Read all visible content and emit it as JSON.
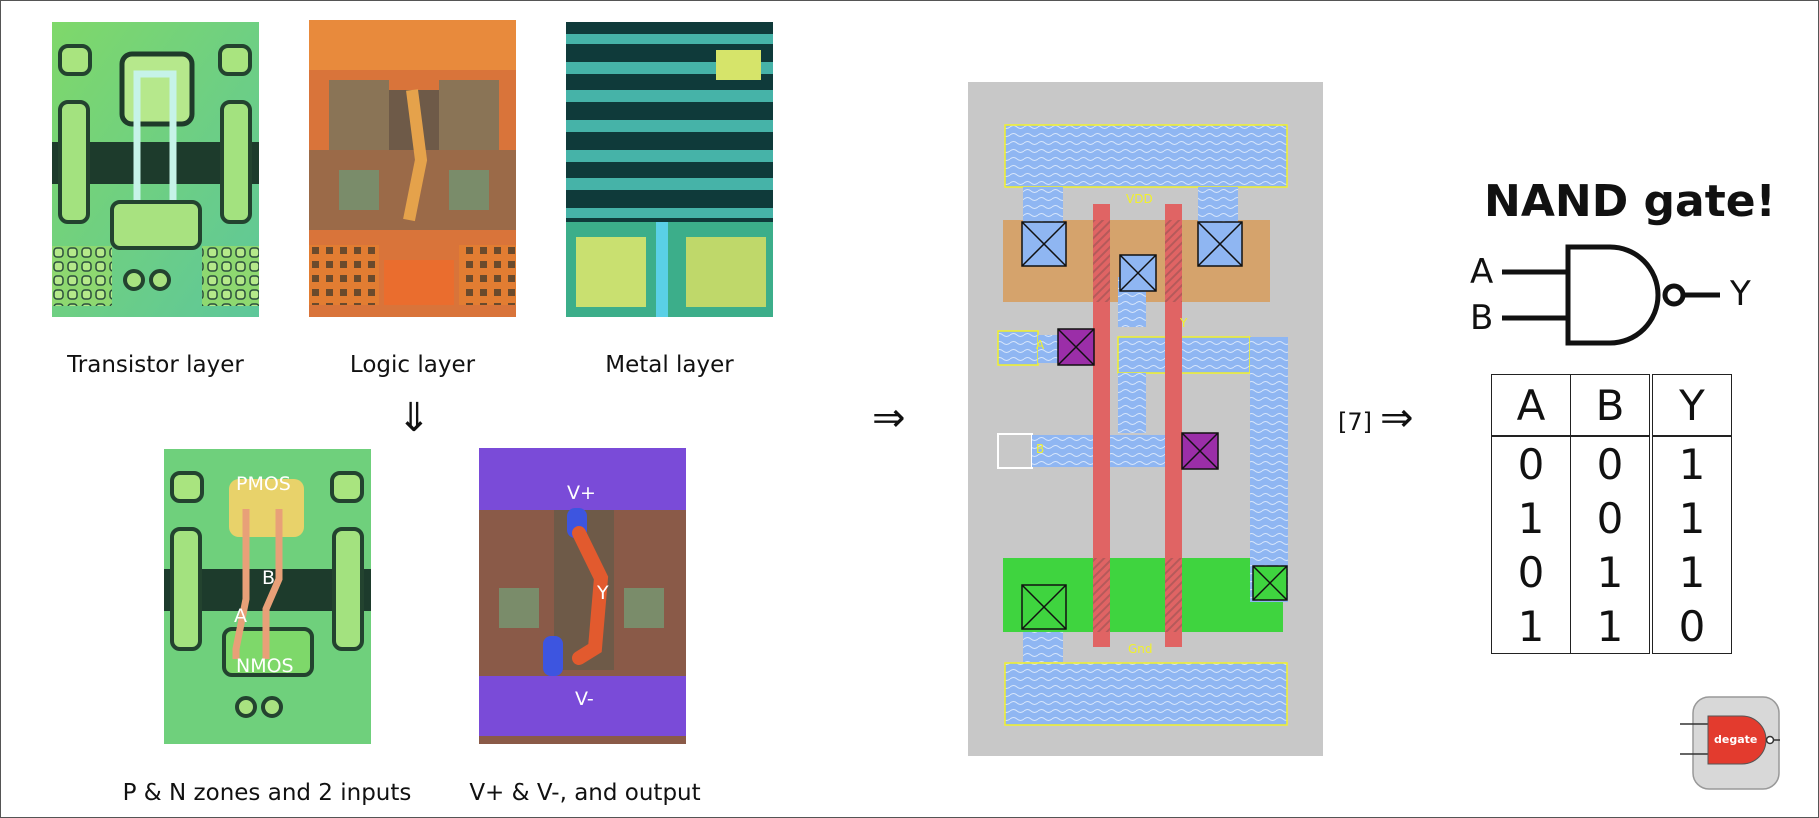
{
  "captions": {
    "transistor": "Transistor layer",
    "logic": "Logic layer",
    "metal": "Metal layer",
    "zones": "P & N zones and 2 inputs",
    "power": "V+ & V-, and output"
  },
  "overlays": {
    "pmos": "PMOS",
    "nmos": "NMOS",
    "a": "A",
    "b": "B",
    "vplus": "V+",
    "vminus": "V-",
    "y": "Y"
  },
  "layout_labels": {
    "vdd": "VDD",
    "gnd": "Gnd",
    "a": "A",
    "b": "B",
    "y": "Y"
  },
  "citation": "[7]",
  "gate": {
    "title": "NAND gate!",
    "input_a": "A",
    "input_b": "B",
    "output": "Y"
  },
  "truth_table": {
    "headers": [
      "A",
      "B",
      "Y"
    ],
    "rows": [
      [
        "0",
        "0",
        "1"
      ],
      [
        "1",
        "0",
        "1"
      ],
      [
        "0",
        "1",
        "1"
      ],
      [
        "1",
        "1",
        "0"
      ]
    ]
  },
  "logo": {
    "text": "degate"
  },
  "colors": {
    "metal_blue": "#8fb6f2",
    "poly_red": "#e06464",
    "pdiff_tan": "#d5a36c",
    "ndiff_green": "#3fd43f",
    "via_purple": "#9b2ea8",
    "label_yellow": "#f1f12a",
    "logo_red": "#e33b2e"
  }
}
